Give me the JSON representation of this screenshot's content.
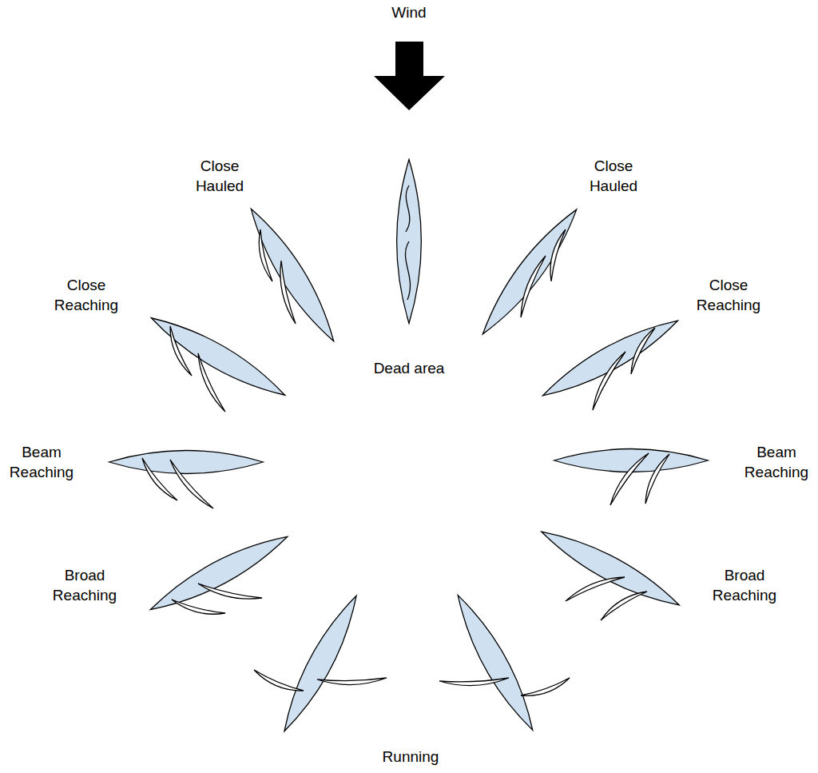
{
  "diagram": {
    "labels": [
      "Wind",
      "Close Hauled",
      "Close Hauled",
      "Close Reaching",
      "Dead area",
      "Close Reaching",
      "Beam Reaching",
      "Beam Reaching",
      "Broad Reaching",
      "Broad Reaching",
      "Running"
    ]
  }
}
